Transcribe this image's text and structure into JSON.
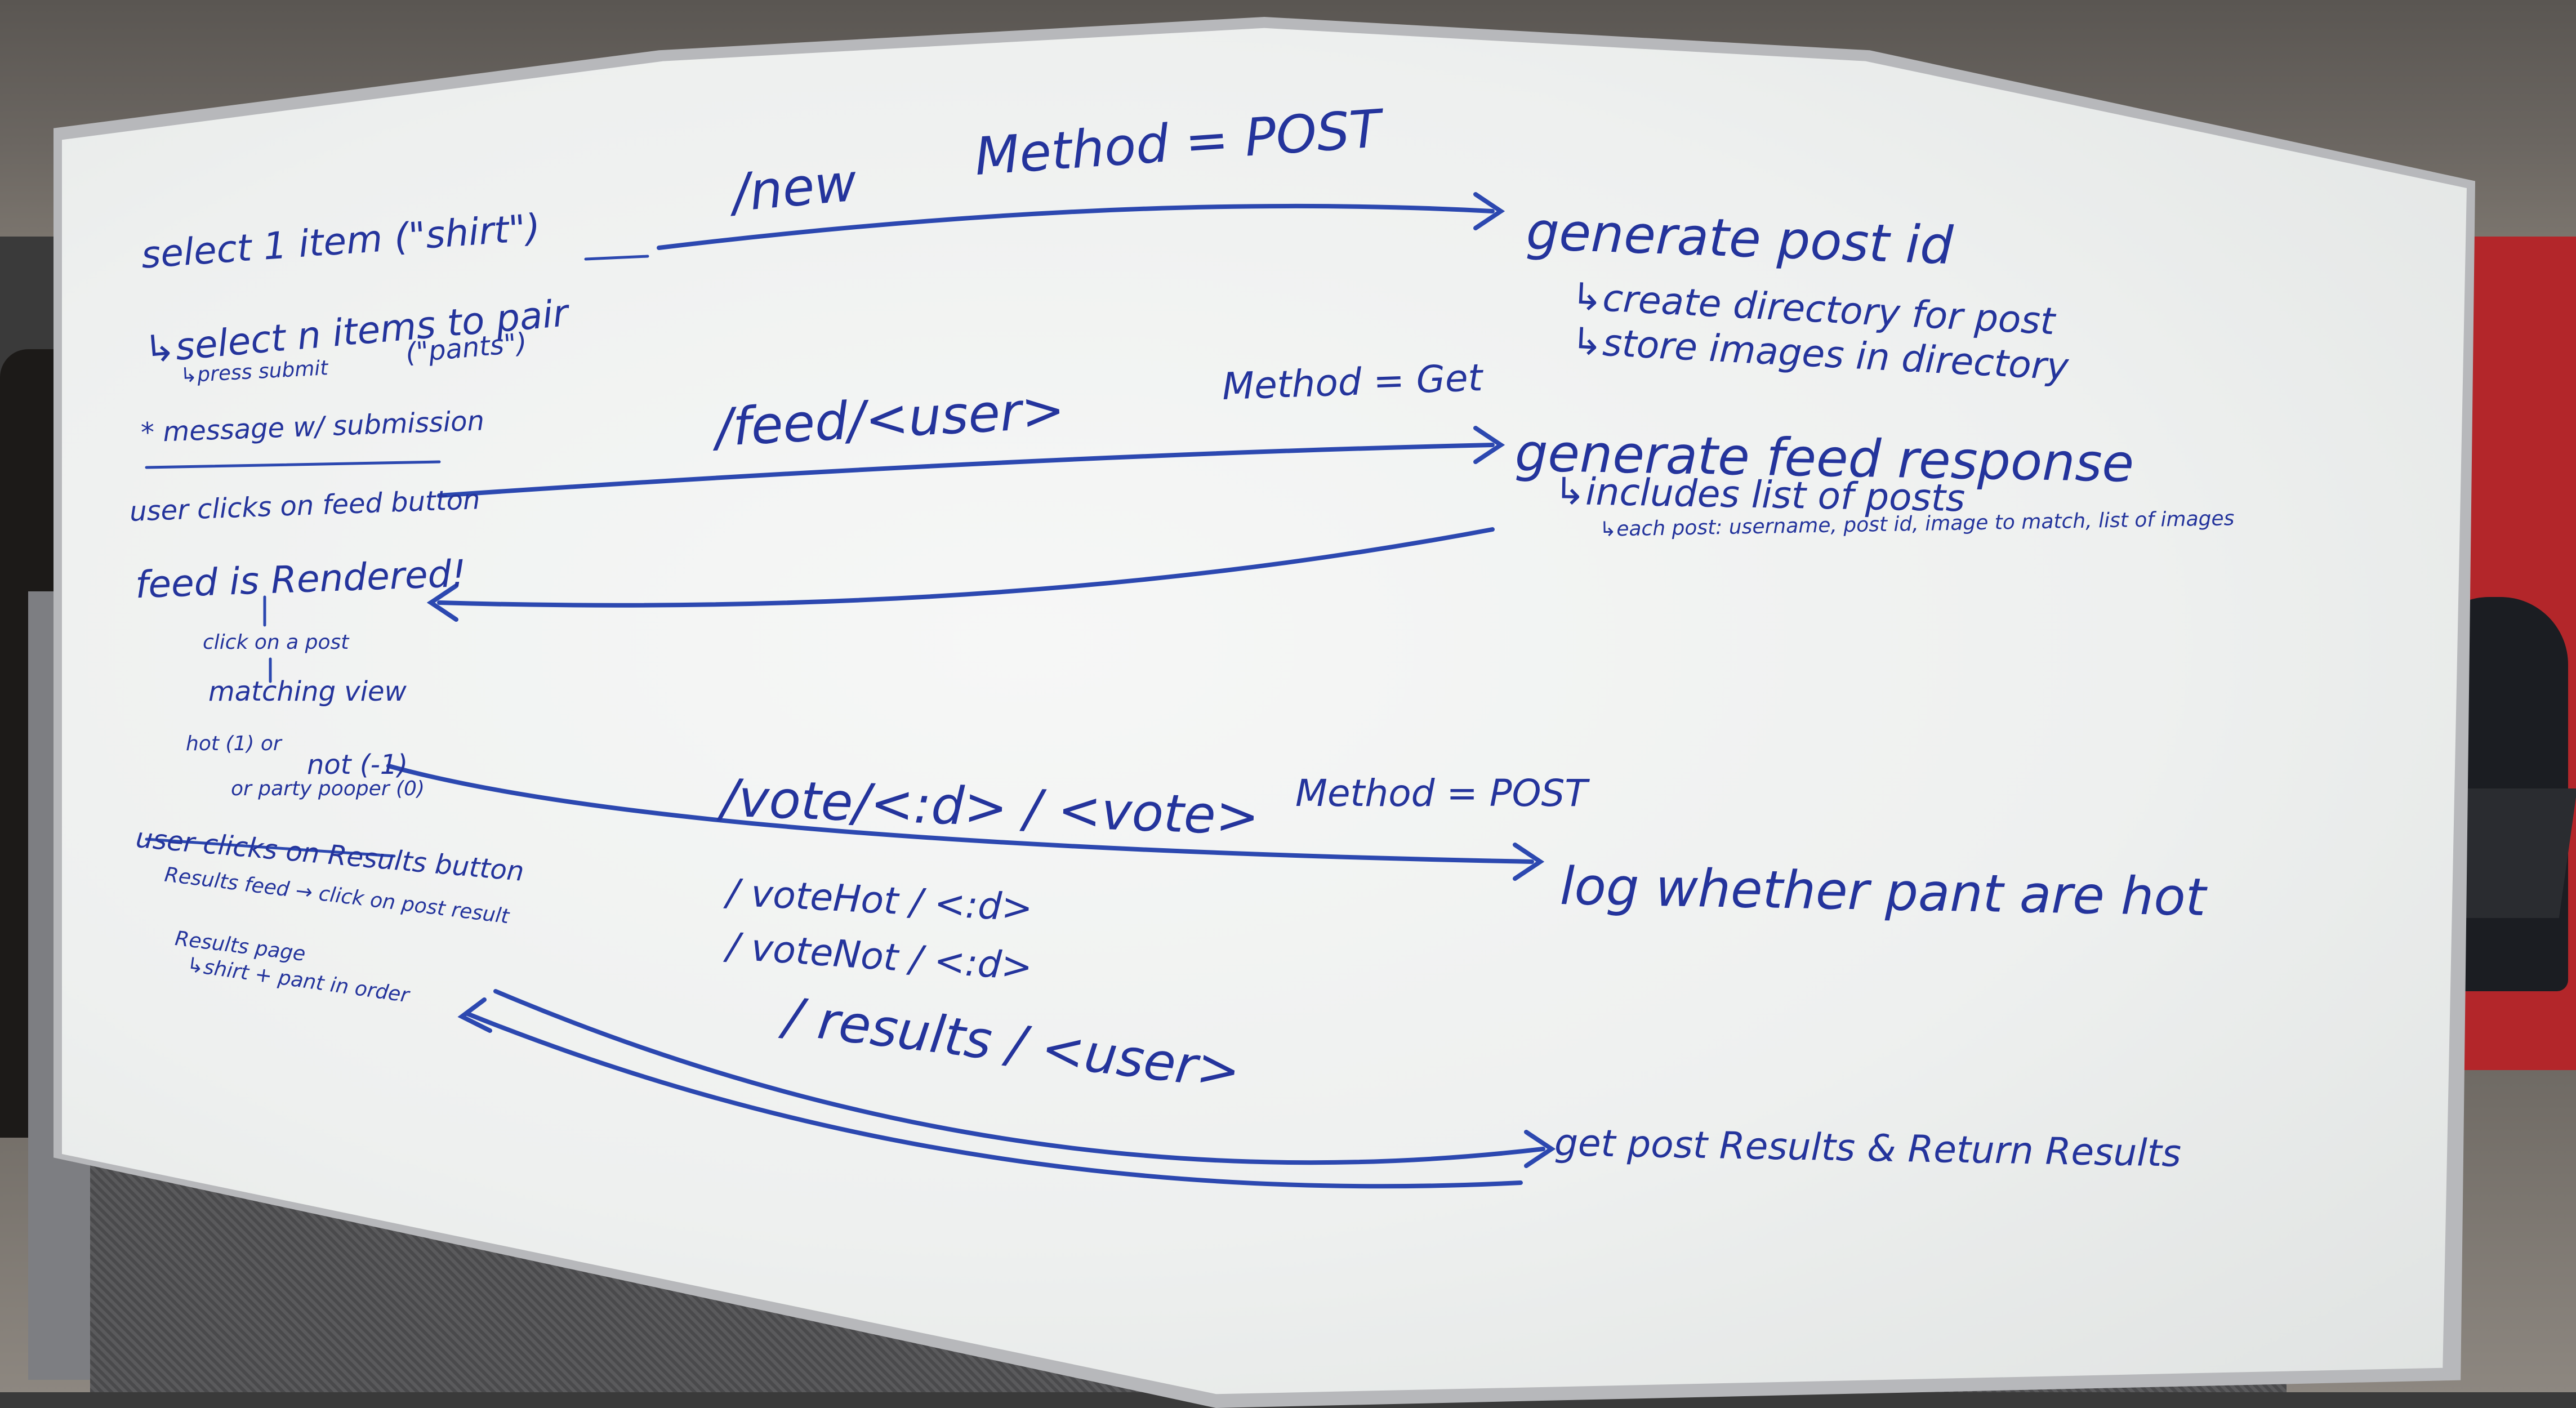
{
  "whiteboard": {
    "left_column": {
      "line1": "select 1 item (\"shirt\")",
      "line2": "↳select n items to pair",
      "line2_note": "(\"pants\")",
      "line3": "↳press submit",
      "line4": "* message w/ submission",
      "line5": "user clicks on feed button",
      "line6": "feed is Rendered!",
      "line7": "click on a post",
      "line8": "matching view",
      "line9": "hot (1) or",
      "line9b": "not (-1)",
      "line10": "or party pooper (0)",
      "line11": "user clicks on Results button",
      "line12": "Results feed → click on post result",
      "line13": "Results page",
      "line14": "↳shirt + pant in order"
    },
    "endpoints": {
      "new_path": "/new",
      "new_method": "Method = POST",
      "feed_path": "/feed/<user>",
      "feed_method": "Method = Get",
      "vote_path": "/vote/<:d> / <vote>",
      "vote_method": "Method = POST",
      "vote_hot": "/ voteHot / <:d>",
      "vote_not": "/ voteNot / <:d>",
      "results_path": "/ results / <user>"
    },
    "right_column": {
      "r1": "generate post id",
      "r2": "↳create directory for post",
      "r3": "↳store images in directory",
      "r4": "generate feed response",
      "r5": "↳includes list of posts",
      "r6": "↳each post: username, post id, image to match, list of images",
      "r7": "log whether pant are hot",
      "r8": "get post Results & Return Results"
    },
    "ink_color": "#24349c"
  }
}
